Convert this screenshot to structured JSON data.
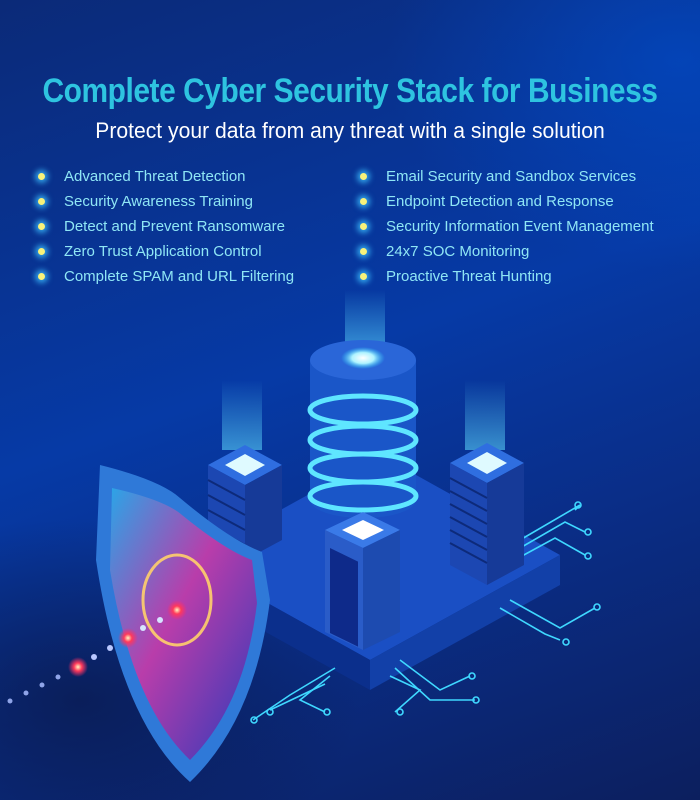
{
  "header": {
    "title": "Complete Cyber Security Stack for Business",
    "subtitle": "Protect your data from any threat with a single solution"
  },
  "features": {
    "left": [
      "Advanced Threat Detection",
      "Security Awareness Training",
      "Detect and Prevent Ransomware",
      "Zero Trust Application Control",
      "Complete SPAM and URL Filtering"
    ],
    "right": [
      "Email Security and Sandbox Services",
      "Endpoint Detection and Response",
      "Security Information Event Management",
      "24x7 SOC Monitoring",
      "Proactive Threat Hunting"
    ]
  },
  "illustration": {
    "icons": [
      "shield-icon",
      "database-cylinder-icon",
      "server-rack-icon",
      "circuit-lines-icon",
      "threat-target-icon"
    ],
    "colors": {
      "title": "#2ec4e0",
      "feature_text": "#8fe6f5",
      "bullet": "#f8f27a",
      "glow": "#3fd8ff",
      "threat": "#ff2a6a"
    }
  }
}
